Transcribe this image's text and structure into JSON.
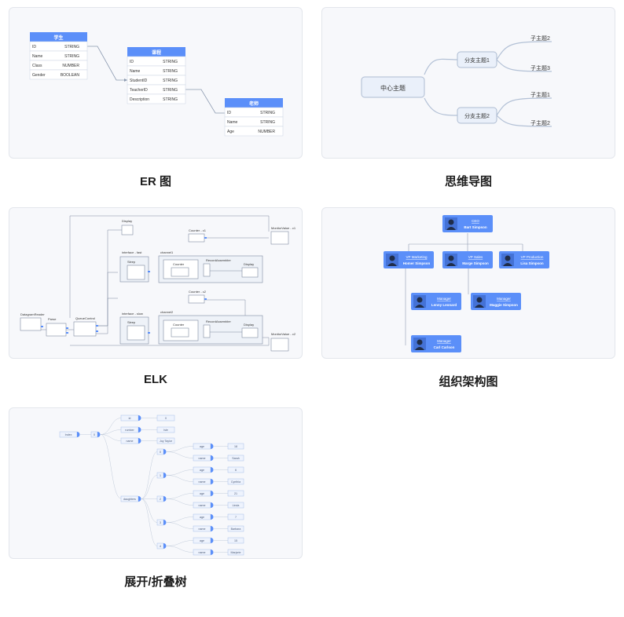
{
  "captions": {
    "er": "ER 图",
    "mindmap": "思维导图",
    "elk": "ELK",
    "org": "组织架构图",
    "tree": "展开/折叠树"
  },
  "er": {
    "student": {
      "title": "学生",
      "rows": [
        [
          "ID",
          "STRING"
        ],
        [
          "Name",
          "STRING"
        ],
        [
          "Class",
          "NUMBER"
        ],
        [
          "Gender",
          "BOOLEAN"
        ]
      ]
    },
    "course": {
      "title": "课程",
      "rows": [
        [
          "ID",
          "STRING"
        ],
        [
          "Name",
          "STRING"
        ],
        [
          "StudentID",
          "STRING"
        ],
        [
          "TeacherID",
          "STRING"
        ],
        [
          "Description",
          "STRING"
        ]
      ]
    },
    "teacher": {
      "title": "老师",
      "rows": [
        [
          "ID",
          "STRING"
        ],
        [
          "Name",
          "STRING"
        ],
        [
          "Age",
          "NUMBER"
        ]
      ]
    }
  },
  "mindmap": {
    "center": "中心主题",
    "branch1": "分支主题1",
    "branch2": "分支主题2",
    "leaves1": [
      "子主题2",
      "子主题3"
    ],
    "leaves2": [
      "子主题1",
      "子主题2"
    ]
  },
  "elk": {
    "datagram": "DatagramReader",
    "parse": "Parse",
    "queue": "QueueControl",
    "display_top": "Display",
    "counter_c1": "Counter - c1",
    "counter_c2": "Counter - c2",
    "monitor_c1": "MonitorValue - c1",
    "monitor_c2": "MonitorValue - c2",
    "interface_fast": "interface - fast",
    "interface_slow": "interface - slow",
    "channel1": "channel1",
    "channel2": "channel2",
    "sleep": "Sleep",
    "counter": "Counter",
    "record": "RecordAssembler",
    "display": "Display"
  },
  "org": {
    "root": {
      "role": "CEO",
      "name": "Bart Simpson"
    },
    "level2": [
      {
        "role": "VP Marketing",
        "name": "Homer Simpson"
      },
      {
        "role": "VP Sales",
        "name": "Marge Simpson"
      },
      {
        "role": "VP Production",
        "name": "Lisa Simpson"
      }
    ],
    "level3": [
      {
        "role": "Manager",
        "name": "Lenny Leonard"
      },
      {
        "role": "Manager",
        "name": "Maggie Simpson"
      }
    ],
    "level4": [
      {
        "role": "Manager",
        "name": "Carl Carlson"
      }
    ]
  },
  "tree": {
    "root": "Index",
    "obj": "0",
    "fields": [
      [
        "id",
        "0"
      ],
      [
        "rumber",
        "Isle"
      ],
      [
        "name",
        "Joy Taylor"
      ]
    ],
    "list_key": "daughters",
    "items": [
      {
        "index": "0",
        "age": "18",
        "name": "Sarah"
      },
      {
        "index": "1",
        "age": "6",
        "name": "Cynthia"
      },
      {
        "index": "2",
        "age": "21",
        "name": "Linda"
      },
      {
        "index": "3",
        "age": "7",
        "name": "Barbara"
      },
      {
        "index": "4",
        "age": "15",
        "name": "Marjorie"
      }
    ],
    "age_key": "age",
    "name_key": "name"
  }
}
